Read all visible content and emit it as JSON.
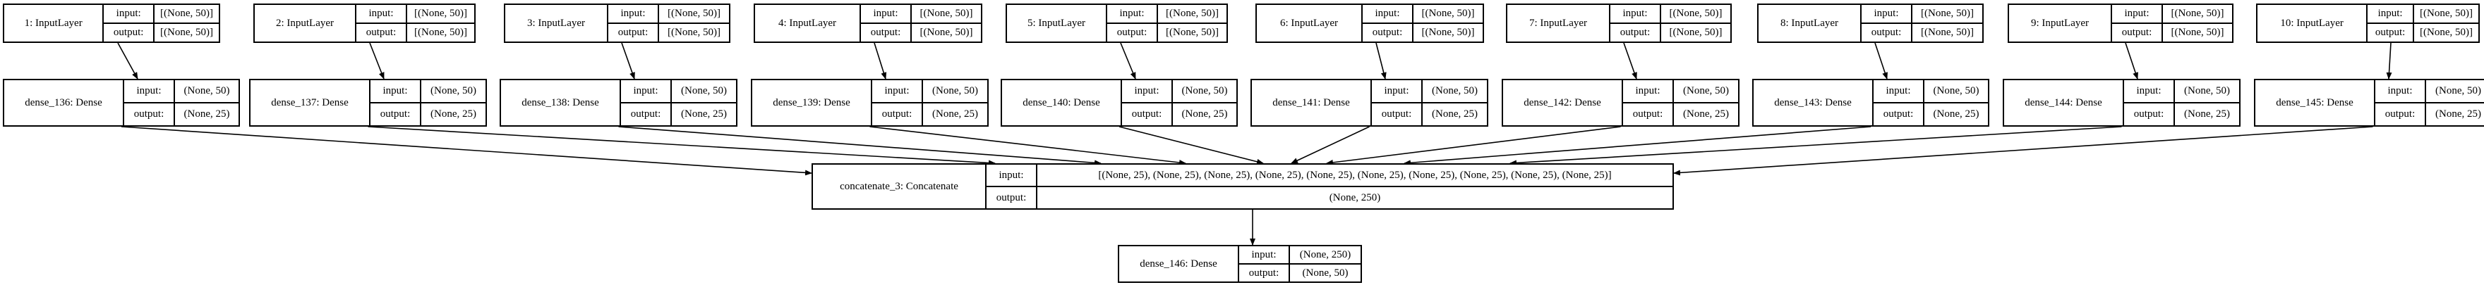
{
  "diagram": {
    "port_labels": {
      "input": "input:",
      "output": "output:"
    },
    "input_layers": [
      {
        "name": "1: InputLayer",
        "input": "[(None, 50)]",
        "output": "[(None, 50)]"
      },
      {
        "name": "2: InputLayer",
        "input": "[(None, 50)]",
        "output": "[(None, 50)]"
      },
      {
        "name": "3: InputLayer",
        "input": "[(None, 50)]",
        "output": "[(None, 50)]"
      },
      {
        "name": "4: InputLayer",
        "input": "[(None, 50)]",
        "output": "[(None, 50)]"
      },
      {
        "name": "5: InputLayer",
        "input": "[(None, 50)]",
        "output": "[(None, 50)]"
      },
      {
        "name": "6: InputLayer",
        "input": "[(None, 50)]",
        "output": "[(None, 50)]"
      },
      {
        "name": "7: InputLayer",
        "input": "[(None, 50)]",
        "output": "[(None, 50)]"
      },
      {
        "name": "8: InputLayer",
        "input": "[(None, 50)]",
        "output": "[(None, 50)]"
      },
      {
        "name": "9: InputLayer",
        "input": "[(None, 50)]",
        "output": "[(None, 50)]"
      },
      {
        "name": "10: InputLayer",
        "input": "[(None, 50)]",
        "output": "[(None, 50)]"
      }
    ],
    "dense_layers": [
      {
        "name": "dense_136: Dense",
        "input": "(None, 50)",
        "output": "(None, 25)"
      },
      {
        "name": "dense_137: Dense",
        "input": "(None, 50)",
        "output": "(None, 25)"
      },
      {
        "name": "dense_138: Dense",
        "input": "(None, 50)",
        "output": "(None, 25)"
      },
      {
        "name": "dense_139: Dense",
        "input": "(None, 50)",
        "output": "(None, 25)"
      },
      {
        "name": "dense_140: Dense",
        "input": "(None, 50)",
        "output": "(None, 25)"
      },
      {
        "name": "dense_141: Dense",
        "input": "(None, 50)",
        "output": "(None, 25)"
      },
      {
        "name": "dense_142: Dense",
        "input": "(None, 50)",
        "output": "(None, 25)"
      },
      {
        "name": "dense_143: Dense",
        "input": "(None, 50)",
        "output": "(None, 25)"
      },
      {
        "name": "dense_144: Dense",
        "input": "(None, 50)",
        "output": "(None, 25)"
      },
      {
        "name": "dense_145: Dense",
        "input": "(None, 50)",
        "output": "(None, 25)"
      }
    ],
    "concatenate": {
      "name": "concatenate_3: Concatenate",
      "input": "[(None, 25), (None, 25), (None, 25), (None, 25), (None, 25), (None, 25), (None, 25), (None, 25), (None, 25), (None, 25)]",
      "output": "(None, 250)"
    },
    "output_dense": {
      "name": "dense_146: Dense",
      "input": "(None, 250)",
      "output": "(None, 50)"
    }
  }
}
